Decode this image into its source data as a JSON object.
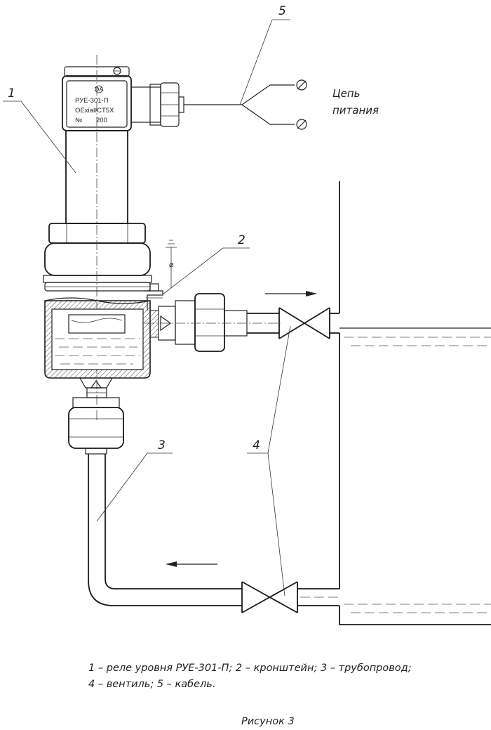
{
  "device_plate": {
    "logo": "ЭА",
    "model": "РУЕ-301-П",
    "marking": "OExiaIICT5X",
    "number_sign": "№",
    "number": "200"
  },
  "callouts": [
    "1",
    "2",
    "3",
    "4",
    "5"
  ],
  "power_label": {
    "line1": "Цепь",
    "line2": "питания"
  },
  "ground_symbol": "⌀",
  "caption": {
    "line1": "1 – реле уровня РУЕ-301-П; 2 – кронштейн; 3 – трубопровод;",
    "line2": "4 – вентиль; 5 – кабель."
  },
  "figure_title": "Рисунок 3"
}
